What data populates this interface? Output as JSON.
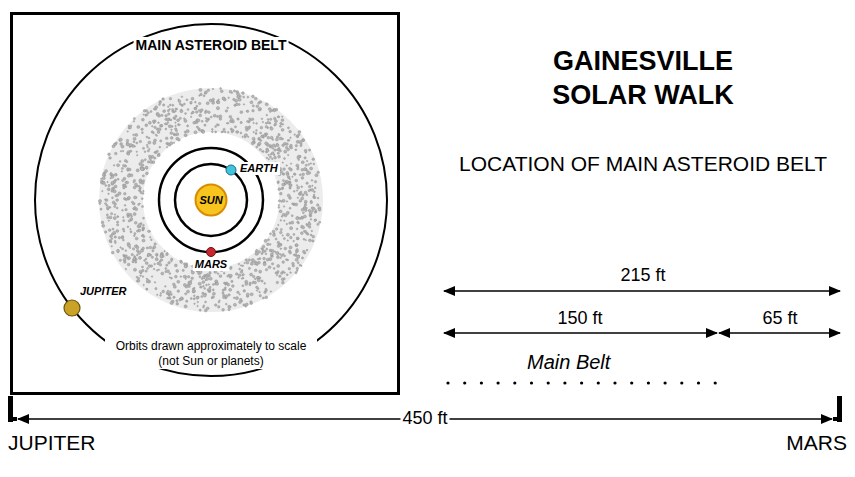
{
  "diagram": {
    "title": "GAINESVILLE SOLAR WALK",
    "nodes": [
      {
        "text": [
          "MAIN ASTEROID BELT",
          "Orbits drawn approximately to scale (not Sun or planets)"
        ]
      },
      {
        "text": [
          "SUN"
        ],
        "in": 0
      }
    ],
    "labels": [
      "EARTH",
      "MARS",
      "JUPITER",
      "LOCATION OF MAIN ASTEROID BELT",
      "215 ft",
      "150 ft",
      "65 ft",
      "Main Belt",
      "450 ft",
      "JUPITER",
      "MARS"
    ]
  }
}
